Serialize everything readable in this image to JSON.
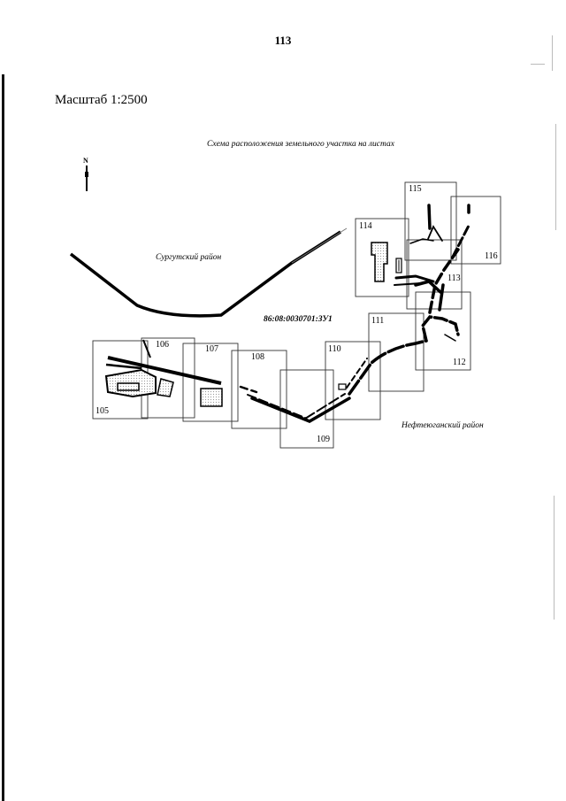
{
  "page_number": "113",
  "scale": "Масштаб 1:2500",
  "scheme_title": "Схема расположения земельного участка на листах",
  "north_letter": "N",
  "districts": {
    "surgut": "Сургутский район",
    "nefteyugansk": "Нефтеюганский район"
  },
  "cadastral_number": "86:08:0030701:ЗУ1",
  "sheets": {
    "s105": "105",
    "s106": "106",
    "s107": "107",
    "s108": "108",
    "s109": "109",
    "s110": "110",
    "s111": "111",
    "s112": "112",
    "s113": "113",
    "s114": "114",
    "s115": "115",
    "s116": "116"
  },
  "colors": {
    "ink": "#000000",
    "sheet_border": "#333333",
    "fill_dots": "#bbbbbb"
  }
}
